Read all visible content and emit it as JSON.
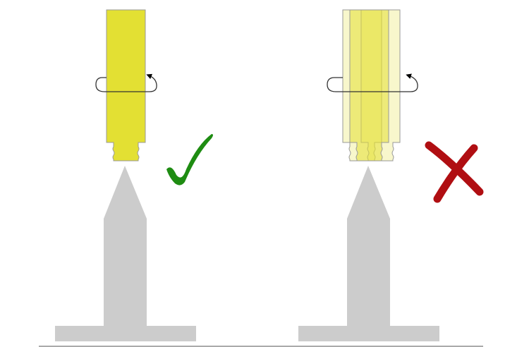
{
  "diagram": {
    "panels": [
      {
        "name": "aligned",
        "verdict": "correct",
        "verdict_symbol": "check"
      },
      {
        "name": "wobbling",
        "verdict": "incorrect",
        "verdict_symbol": "cross"
      }
    ],
    "colors": {
      "shaft": "#e3e033",
      "shaft_faded": "#f3f2b5",
      "spike": "#cccccc",
      "check": "#1e8c12",
      "cross": "#b00e12",
      "outline": "#999999"
    }
  }
}
